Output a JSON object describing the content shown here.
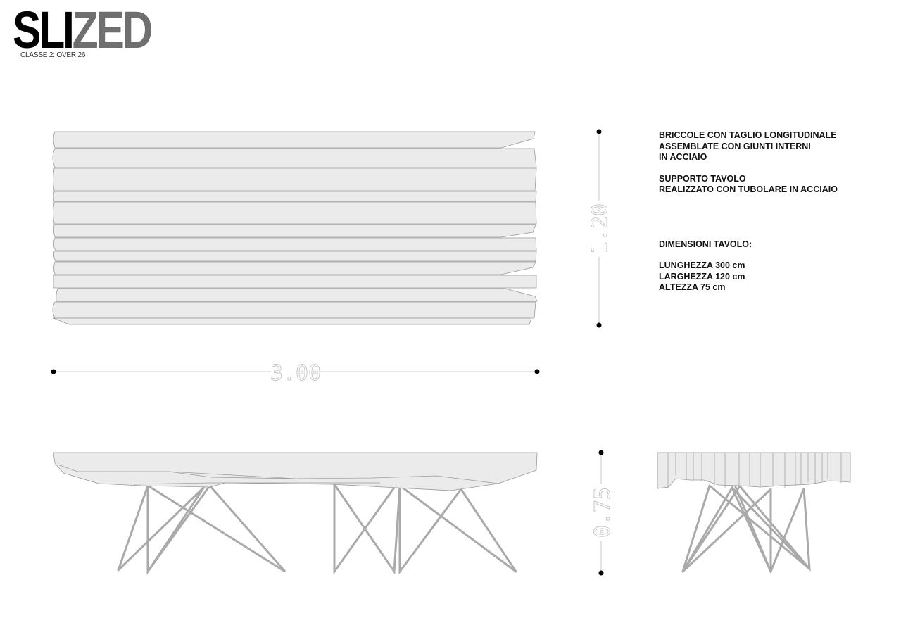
{
  "logo": {
    "part1": "SLI",
    "part2": "ZED"
  },
  "subtitle": "CLASSE 2: OVER 26",
  "notes": {
    "desc1": [
      "BRICCOLE CON TAGLIO LONGITUDINALE",
      "ASSEMBLATE CON GIUNTI INTERNI",
      "IN ACCIAIO"
    ],
    "desc2": [
      "SUPPORTO TAVOLO",
      "REALIZZATO CON TUBOLARE IN ACCIAIO"
    ],
    "dim_title": "DIMENSIONI TAVOLO:",
    "dims": [
      "LUNGHEZZA 300 cm",
      "LARGHEZZA 120 cm",
      "ALTEZZA 75 cm"
    ]
  },
  "dimensions": {
    "length": "3.00",
    "width": "1.20",
    "height": "0.75"
  },
  "colors": {
    "plank_fill": "#ebebeb",
    "line": "#999999",
    "logo_gray": "#6f6f6f"
  }
}
